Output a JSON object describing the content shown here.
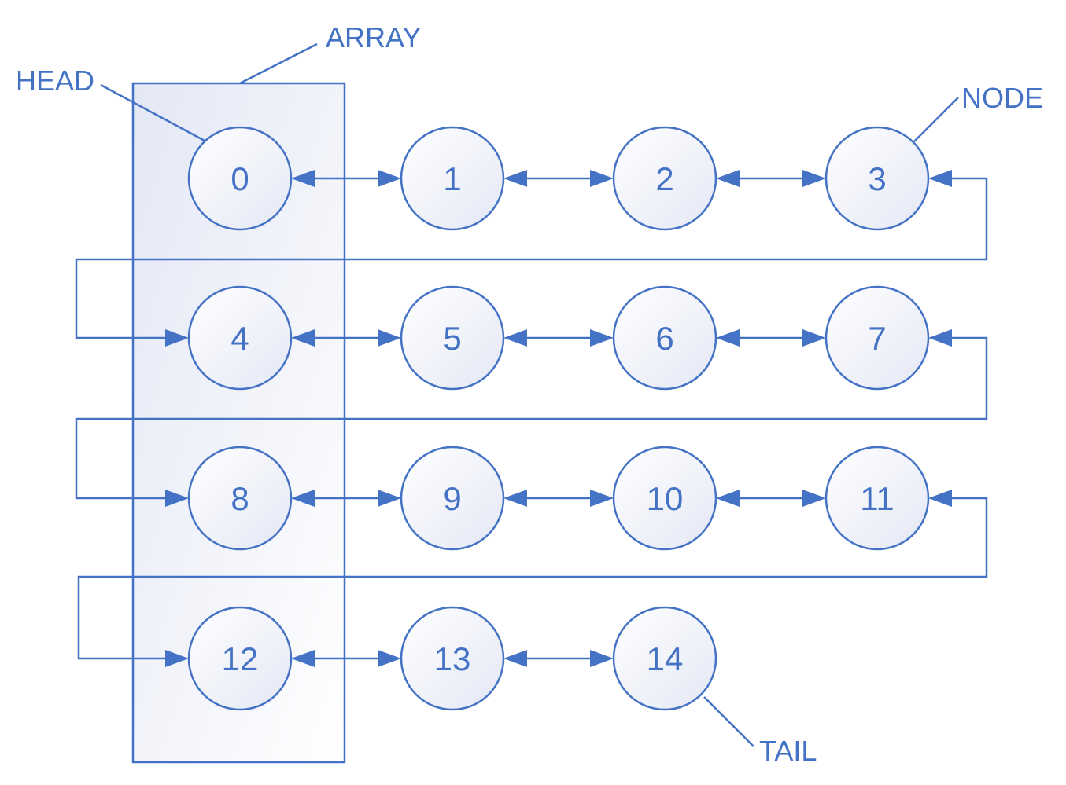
{
  "labels": {
    "array": "ARRAY",
    "head": "HEAD",
    "node": "NODE",
    "tail": "TAIL"
  },
  "nodes": [
    "0",
    "1",
    "2",
    "3",
    "4",
    "5",
    "6",
    "7",
    "8",
    "9",
    "10",
    "11",
    "12",
    "13",
    "14"
  ],
  "rows": [
    [
      "0",
      "1",
      "2",
      "3"
    ],
    [
      "4",
      "5",
      "6",
      "7"
    ],
    [
      "8",
      "9",
      "10",
      "11"
    ],
    [
      "12",
      "13",
      "14"
    ]
  ],
  "colors": {
    "stroke": "#4472c4",
    "fill_top": "#e4e8f5",
    "fill_bottom": "#ffffff"
  }
}
